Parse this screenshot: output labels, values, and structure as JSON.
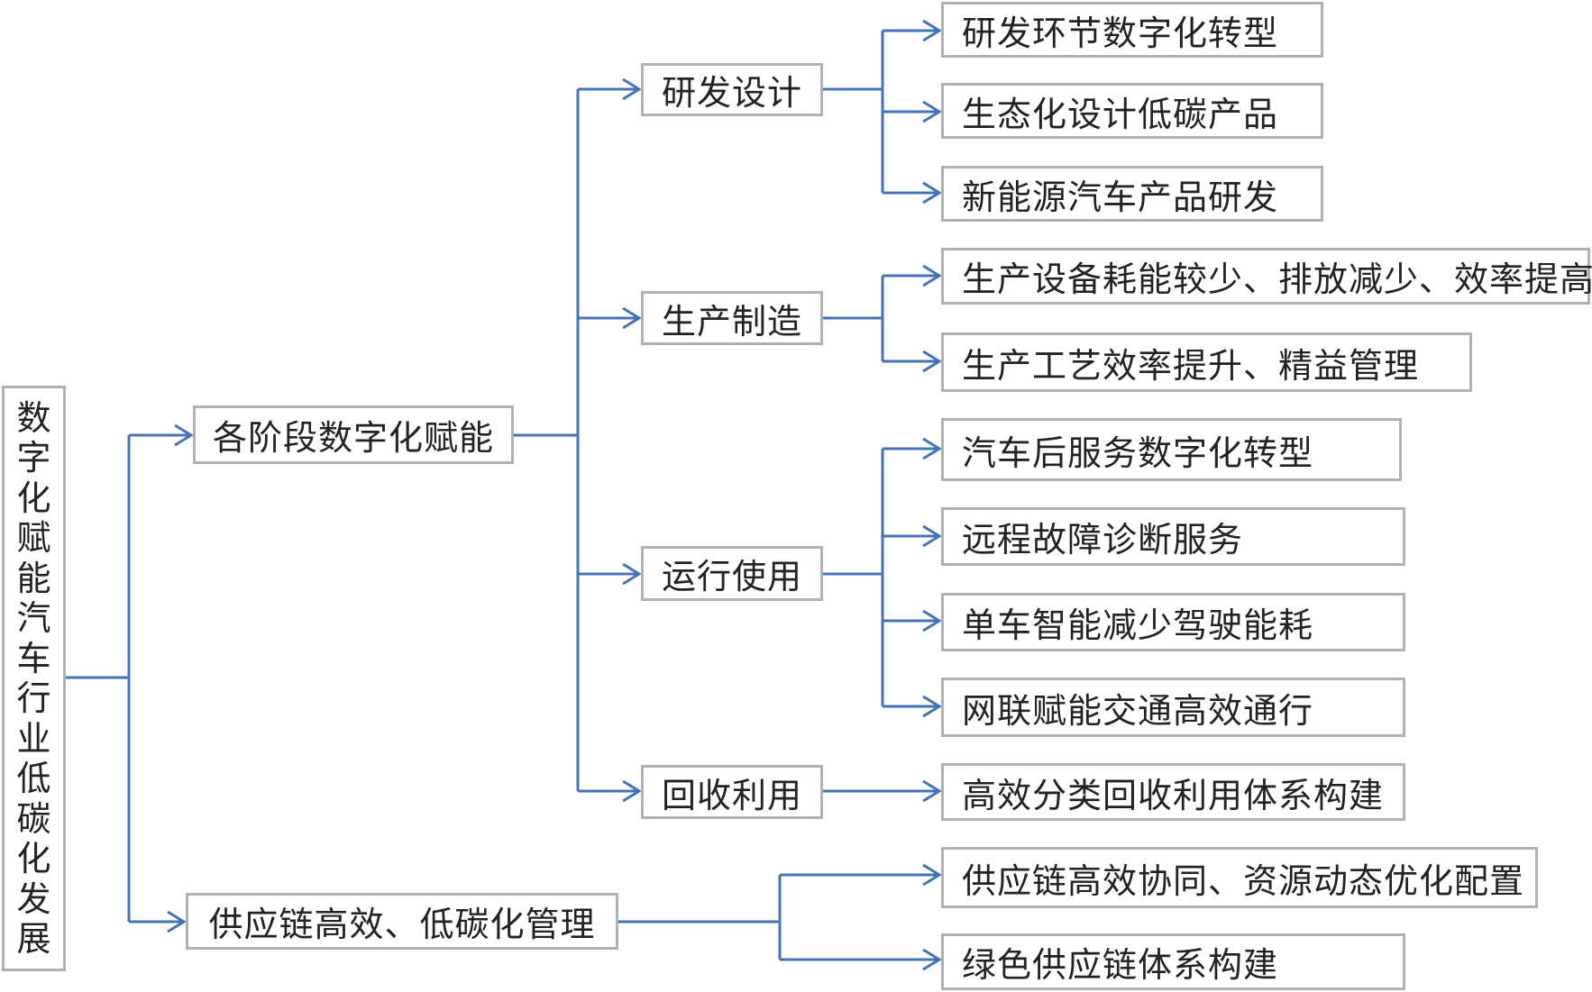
{
  "root": {
    "label": "数字化赋能汽车行业低碳化发展",
    "chars": [
      "数",
      "字",
      "化",
      "赋",
      "能",
      "汽",
      "车",
      "行",
      "业",
      "低",
      "碳",
      "化",
      "发",
      "展"
    ]
  },
  "level1": [
    {
      "label": "各阶段数字化赋能"
    },
    {
      "label": "供应链高效、低碳化管理"
    }
  ],
  "stages": [
    {
      "label": "研发设计",
      "children": [
        "研发环节数字化转型",
        "生态化设计低碳产品",
        "新能源汽车产品研发"
      ]
    },
    {
      "label": "生产制造",
      "children": [
        "生产设备耗能较少、排放减少、效率提高",
        "生产工艺效率提升、精益管理"
      ]
    },
    {
      "label": "运行使用",
      "children": [
        "汽车后服务数字化转型",
        "远程故障诊断服务",
        "单车智能减少驾驶能耗",
        "网联赋能交通高效通行"
      ]
    },
    {
      "label": "回收利用",
      "children": [
        "高效分类回收利用体系构建"
      ]
    }
  ],
  "supply_chain_children": [
    "供应链高效协同、资源动态优化配置",
    "绿色供应链体系构建"
  ],
  "colors": {
    "connector": "#4472b8",
    "box_border": "#b0b0b0",
    "text": "#222222"
  }
}
